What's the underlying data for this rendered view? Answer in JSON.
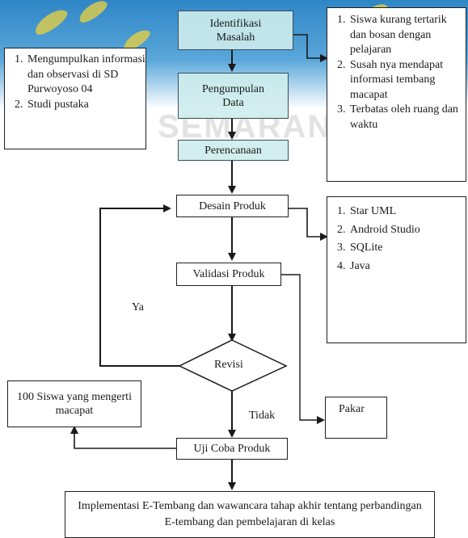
{
  "nodes": {
    "identifikasi": "Identifikasi\nMasalah",
    "pengumpulan": "Pengumpulan\nData",
    "perencanaan": "Perencanaan",
    "desain": "Desain Produk",
    "validasi": "Validasi Produk",
    "revisi": "Revisi",
    "uji_coba": "Uji Coba Produk",
    "implementasi": "Implementasi E-Tembang dan wawancara tahap akhir tentang perbandingan E-tembang dan  pembelajaran di kelas",
    "siswa_100": "100 Siswa yang mengerti macapat",
    "pakar": "Pakar"
  },
  "lists": {
    "masalah": [
      "Siswa kurang tertarik dan bosan dengan pelajaran",
      "Susah nya mendapat informasi tembang macapat",
      "Terbatas oleh ruang dan waktu"
    ],
    "pengumpulan_data": [
      "Mengumpulkan informasi dan observasi di SD Purwoyoso 04",
      "Studi pustaka"
    ],
    "tools": [
      "Star UML",
      "Android Studio",
      "SQLite",
      "Java"
    ]
  },
  "edge_labels": {
    "ya": "Ya",
    "tidak": "Tidak"
  },
  "background": {
    "watermark": "SEMARANG",
    "stripe_color": "#2f86c6",
    "leaf_color": "#e6cf3c"
  }
}
